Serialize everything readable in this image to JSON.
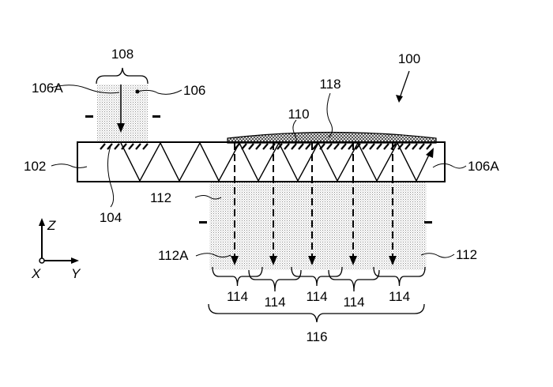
{
  "labels": {
    "device": "100",
    "waveguide": "102",
    "input_coupler": "104",
    "input_beam": "106",
    "input_beam_ray": "106A",
    "input_beam_width": "108",
    "output_coupler": "110",
    "output_beam_left": "112",
    "output_beam_right": "112",
    "output_beam_ray": "112A",
    "sub_pupils": [
      "114",
      "114",
      "114",
      "114",
      "114"
    ],
    "eyebox": "116",
    "layer": "118",
    "guided_ray": "106A"
  },
  "axes": {
    "z": "Z",
    "y": "Y",
    "x": "X"
  },
  "colors": {
    "line": "#000000",
    "stipple": "#9a9a9a"
  }
}
